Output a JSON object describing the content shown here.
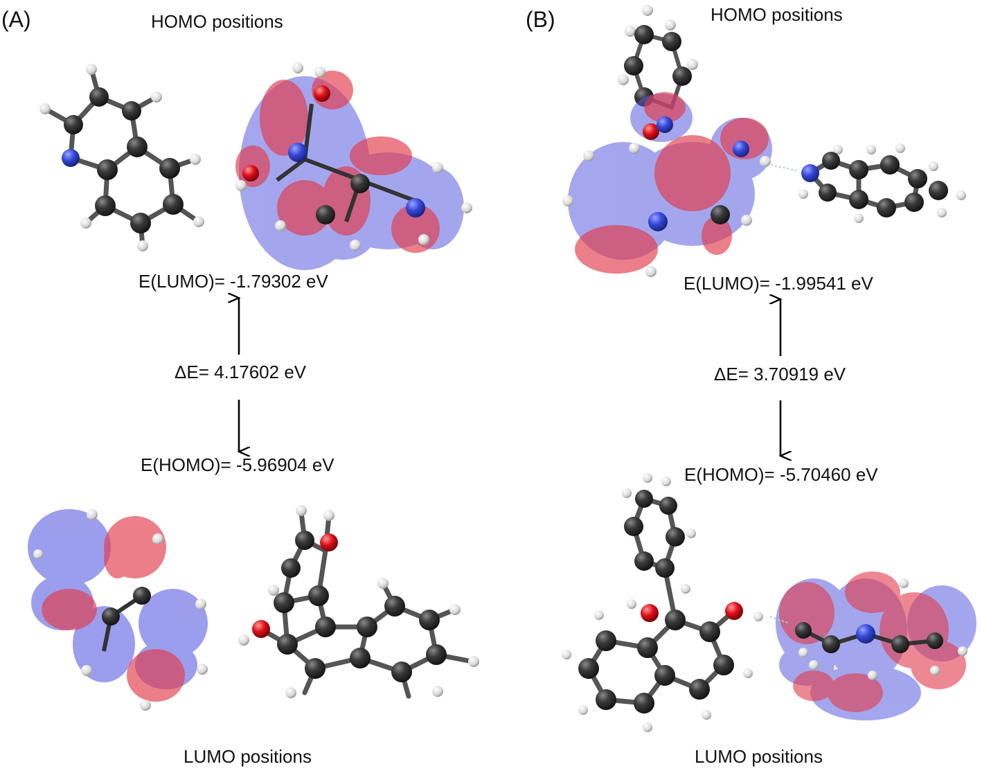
{
  "panels": [
    {
      "label": "(A)",
      "top_title": "HOMO positions",
      "bottom_title": "LUMO positions",
      "e_lumo": "E(LUMO)= -1.79302 eV",
      "delta_e": "ΔE= 4.17602 eV",
      "e_homo": "E(HOMO)= -5.96904 eV"
    },
    {
      "label": "(B)",
      "top_title": "HOMO positions",
      "bottom_title": "LUMO positions",
      "e_lumo": "E(LUMO)= -1.99541 eV",
      "delta_e": "ΔE= 3.70919 eV",
      "e_homo": "E(HOMO)= -5.70460 eV"
    }
  ],
  "colors": {
    "carbon": "#3a3a3a",
    "hydrogen": "#e8e8e8",
    "nitrogen": "#3548d8",
    "oxygen": "#e0101a",
    "orbital_positive": "#e23a4a",
    "orbital_negative": "#5a5ee0",
    "arrow": "#000000"
  }
}
